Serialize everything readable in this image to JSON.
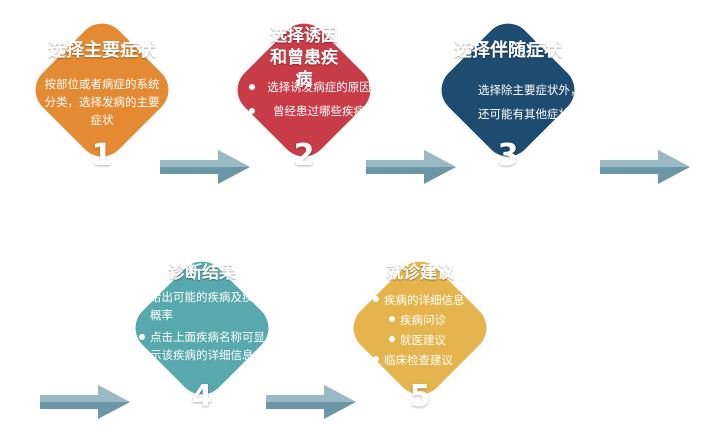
{
  "steps": [
    {
      "title": "选择主要症状",
      "description": "按部位或者病症的系统分类，选择发病的主要症状",
      "number": "1",
      "color": "#e38a32"
    },
    {
      "title": "选择诱因和曾患疾病",
      "bullets": [
        "选择诱发病症的原因",
        "曾经患过哪些疾病"
      ],
      "number": "2",
      "color": "#c83c47"
    },
    {
      "title": "选择伴随症状",
      "description": "选择除主要症状外，还可能有其他症状",
      "number": "3",
      "color": "#1e4b70"
    },
    {
      "title": "诊断结果",
      "bullets": [
        "给出可能的疾病及疾病概率",
        "点击上面疾病名称可显示该疾病的详细信息"
      ],
      "number": "4",
      "color": "#58a9ad"
    },
    {
      "title": "就诊建议",
      "bullets": [
        "疾病的详细信息",
        "疾病问诊",
        "就医建议",
        "临床检查建议"
      ],
      "number": "5",
      "color": "#e5b44c"
    }
  ],
  "colors": {
    "arrow": "#6b96a6",
    "arrow_light": "#9ab9c5"
  }
}
